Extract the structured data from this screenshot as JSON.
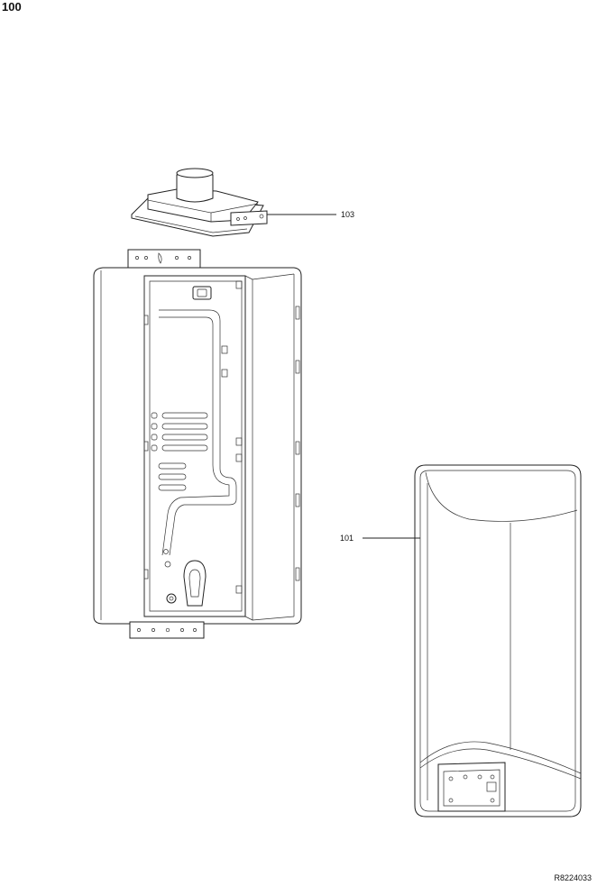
{
  "header": {
    "page_number": "100"
  },
  "callouts": {
    "part_103": "103",
    "part_101": "101"
  },
  "footer": {
    "drawing_code": "R8224033"
  }
}
